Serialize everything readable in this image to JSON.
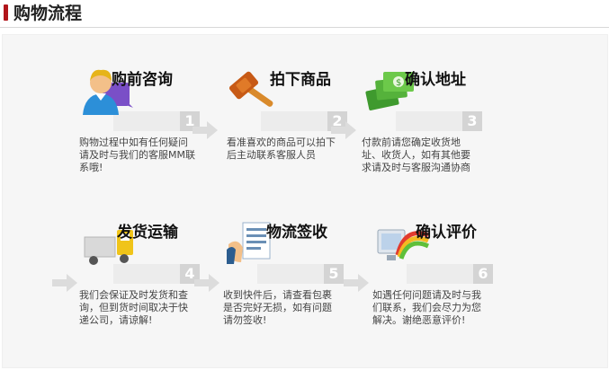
{
  "header": {
    "title": "购物流程"
  },
  "steps": [
    {
      "number": "1",
      "title": "购前咨询",
      "desc": "购物过程中如有任何疑问请及时与我们的客服MM联系哦!",
      "icon": "customer-service-icon"
    },
    {
      "number": "2",
      "title": "拍下商品",
      "desc": "看准喜欢的商品可以拍下后主动联系客服人员",
      "icon": "auction-hammer-icon"
    },
    {
      "number": "3",
      "title": "确认地址",
      "desc": "付款前请您确定收货地址、收货人，如有其他要求请及时与客服沟通协商",
      "icon": "money-icon"
    },
    {
      "number": "4",
      "title": "发货运输",
      "desc": "我们会保证及时发货和查询，但到货时间取决于快递公司，请谅解!",
      "icon": "delivery-truck-icon"
    },
    {
      "number": "5",
      "title": "物流签收",
      "desc": "收到快件后，请查看包裹是否完好无损，如有问题请勿签收!",
      "icon": "sign-document-icon"
    },
    {
      "number": "6",
      "title": "确认评价",
      "desc": "如遇任何问题请及时与我们联系，我们会尽力为您解决。谢绝恶意评价!",
      "icon": "rating-monitor-icon"
    }
  ],
  "colors": {
    "accent": "#b1151b",
    "panel": "#f6f6f6",
    "arrow": "#d4d4d4"
  }
}
